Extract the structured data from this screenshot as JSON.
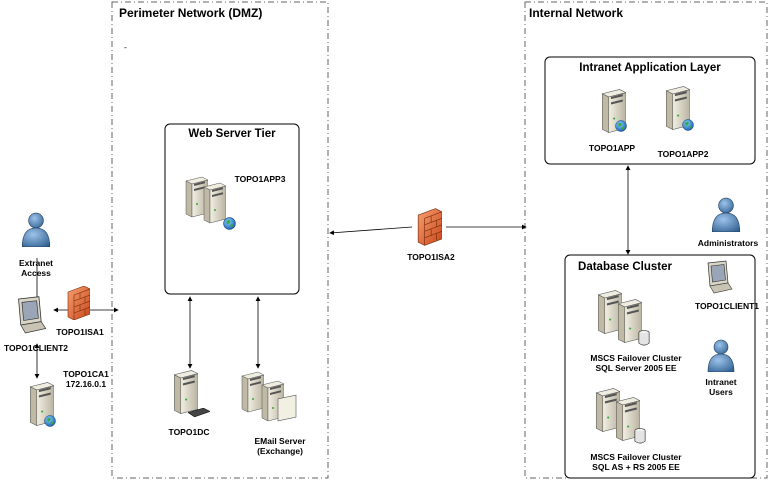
{
  "zones": {
    "dmz": {
      "title": "Perimeter Network (DMZ)",
      "marker": "-"
    },
    "internal": {
      "title": "Internal Network"
    }
  },
  "groups": {
    "web_tier": "Web Server Tier",
    "intranet_app": "Intranet Application Layer",
    "db_cluster": "Database Cluster"
  },
  "nodes": {
    "extranet_access": "Extranet\nAccess",
    "client2": "TOPO1CLIENT2",
    "isa1": "TOPO1ISA1",
    "ca1": "TOPO1CA1\n172.16.0.1",
    "app3": "TOPO1APP3",
    "dc": "TOPO1DC",
    "email": "EMail Server\n(Exchange)",
    "isa2": "TOPO1ISA2",
    "app": "TOPO1APP",
    "app2": "TOPO1APP2",
    "administrators": "Administrators",
    "client1": "TOPO1CLIENT1",
    "intranet_users": "Intranet\nUsers",
    "sql_cluster": "MSCS Failover Cluster\nSQL Server 2005 EE",
    "asrs_cluster": "MSCS Failover Cluster\nSQL AS + RS 2005 EE"
  },
  "colors": {
    "server_body": "#c9c4b2",
    "server_front": "#e6e2d2",
    "firewall": "#e8652a",
    "user": "#4f7fae",
    "globe": "#2f8f3a",
    "dashed": "#666666"
  },
  "icons": {
    "server": "server-icon",
    "firewall": "firewall-icon",
    "user": "user-icon",
    "monitor": "monitor-icon",
    "globe": "globe-icon",
    "database": "database-icon"
  }
}
